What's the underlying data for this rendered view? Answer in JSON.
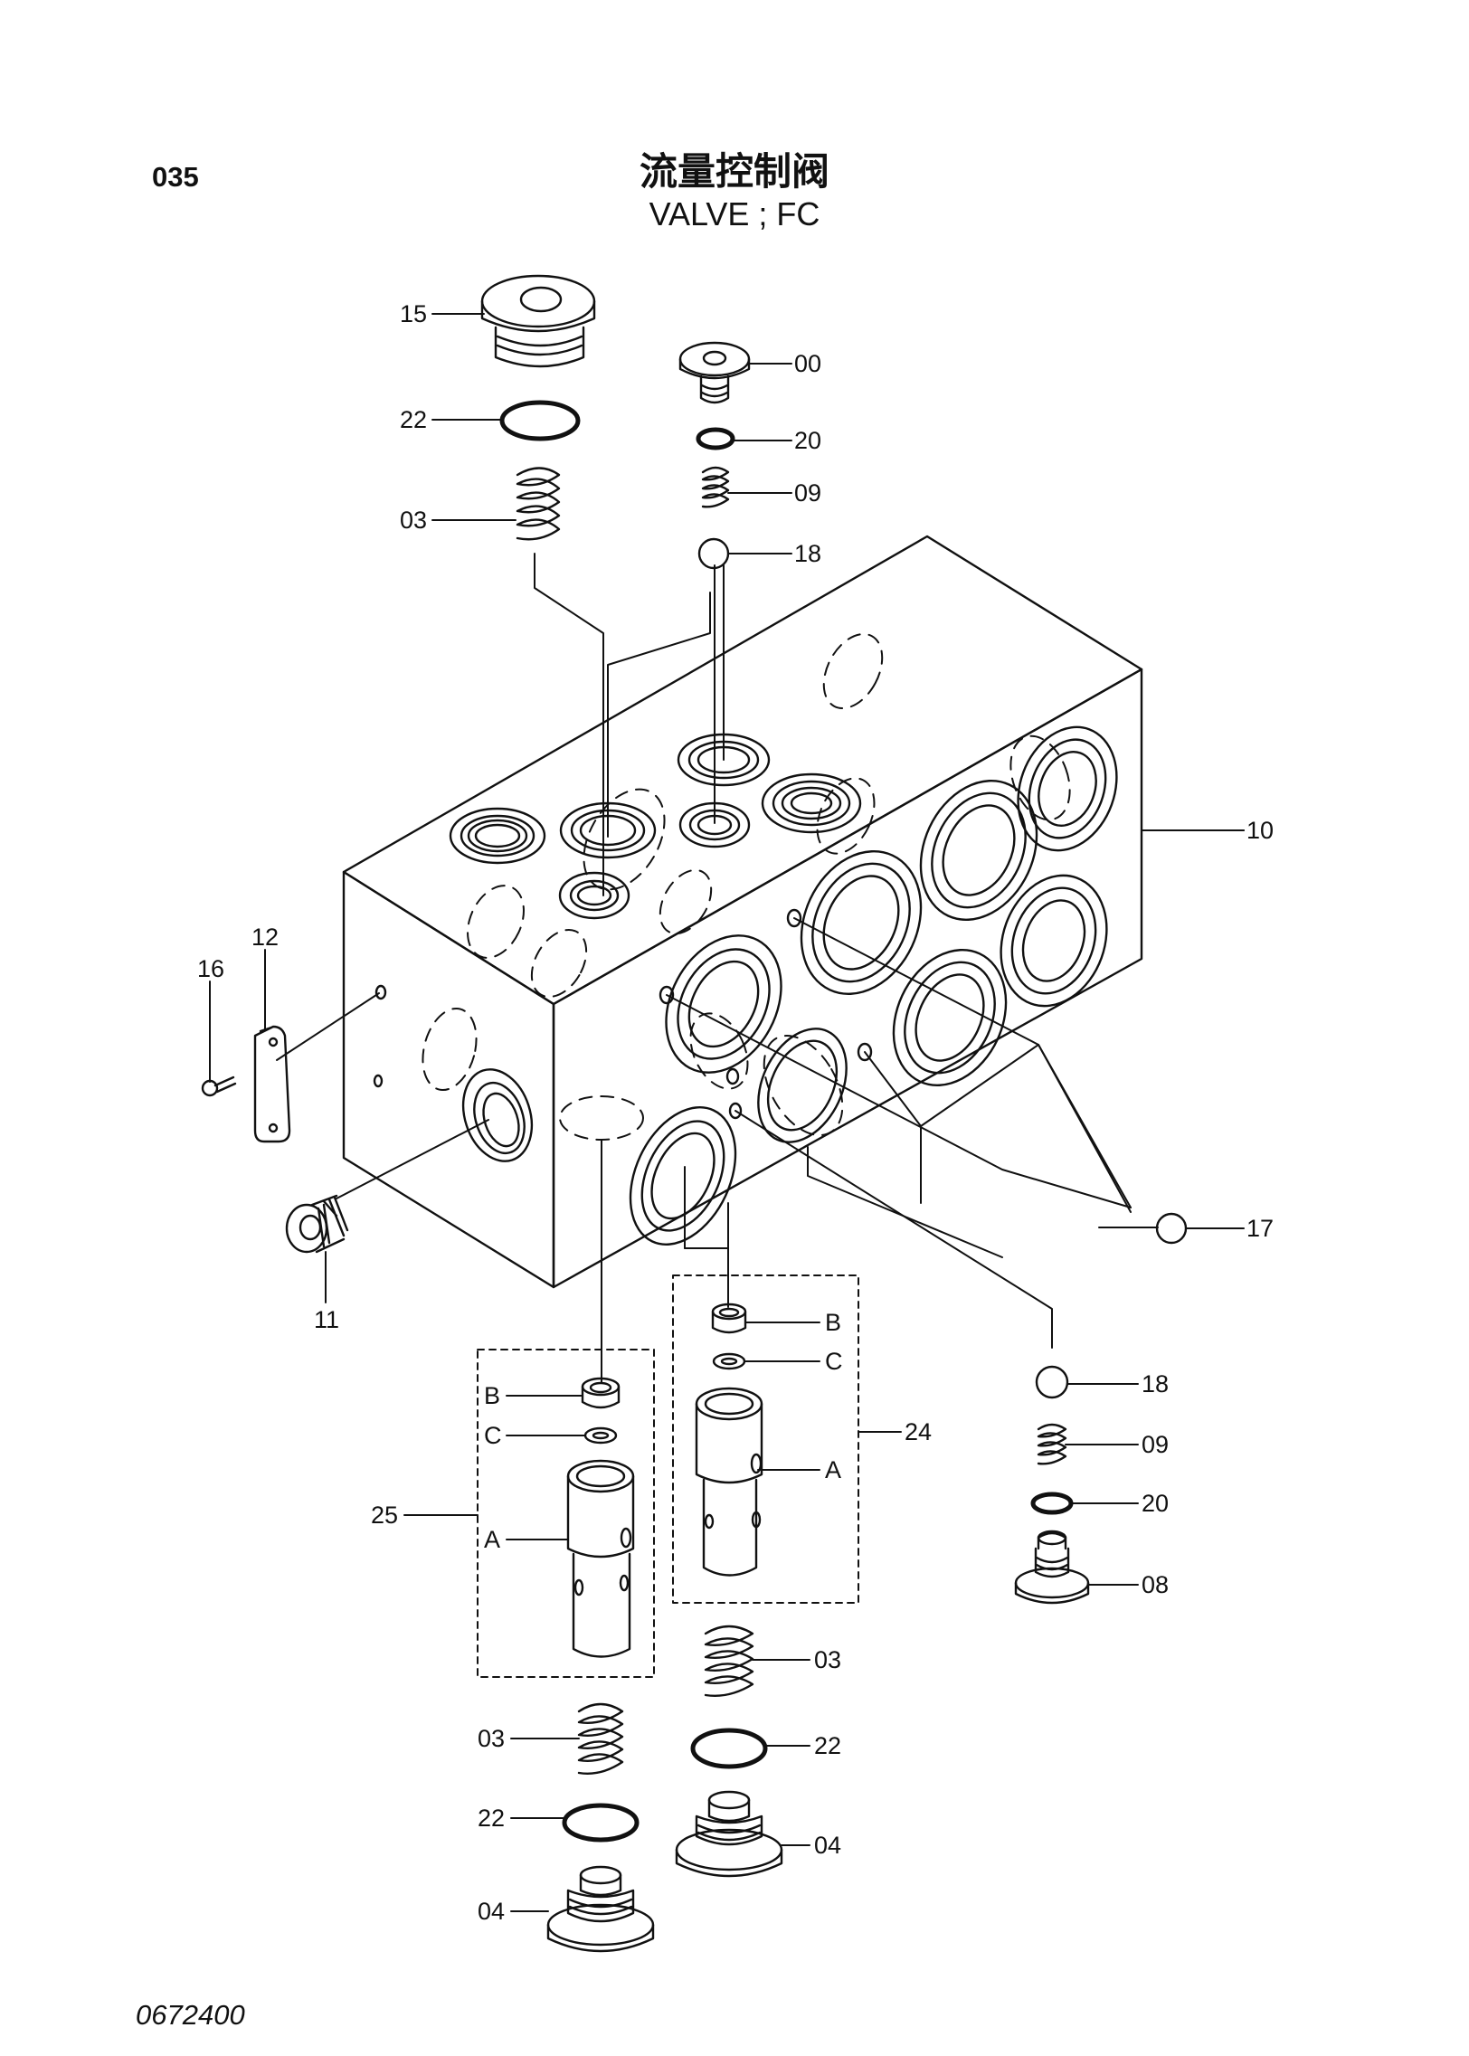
{
  "header": {
    "page_code": "035",
    "title_cn": "流量控制阀",
    "title_en": "VALVE ; FC"
  },
  "footer": {
    "doc_number": "0672400"
  },
  "callouts": {
    "c15": "15",
    "c22a": "22",
    "c03a": "03",
    "c00": "00",
    "c20a": "20",
    "c09a": "09",
    "c18a": "18",
    "c10": "10",
    "c12": "12",
    "c16": "16",
    "c11": "11",
    "c17": "17",
    "c18b": "18",
    "c09b": "09",
    "c20b": "20",
    "c08": "08",
    "c24": "24",
    "c24B": "B",
    "c24C": "C",
    "c24A": "A",
    "c25": "25",
    "c25B": "B",
    "c25C": "C",
    "c25A": "A",
    "c03b": "03",
    "c22b": "22",
    "c04a": "04",
    "c03c": "03",
    "c22c": "22",
    "c04b": "04"
  },
  "colors": {
    "ink": "#111111",
    "paper": "#ffffff"
  }
}
